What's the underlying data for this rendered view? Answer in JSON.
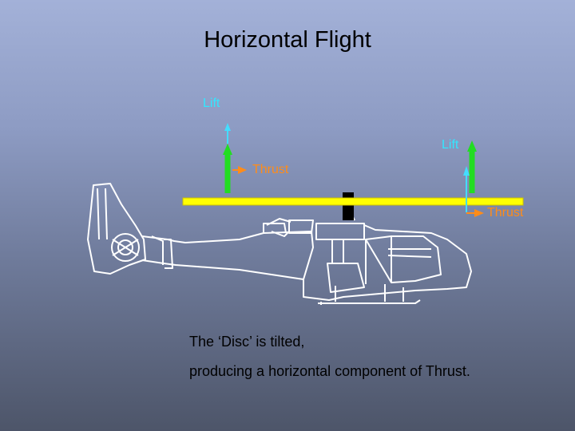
{
  "title": "Horizontal Flight",
  "labels": {
    "lift_left": "Lift",
    "lift_right": "Lift",
    "thrust_left": "Thrust",
    "thrust_right": "Thrust"
  },
  "caption": {
    "line1": "The ‘Disc’ is tilted,",
    "line2": "producing a horizontal component of Thrust."
  },
  "colors": {
    "lift_text": "#33e6ff",
    "thrust_text": "#ff8c19",
    "rotor_disc": "#ffff00",
    "lift_arrow": "#22dd22",
    "small_lift_arrow": "#44ddff",
    "thrust_arrow": "#ff8c19"
  },
  "icons": {
    "helicopter": "helicopter-outline-icon"
  }
}
